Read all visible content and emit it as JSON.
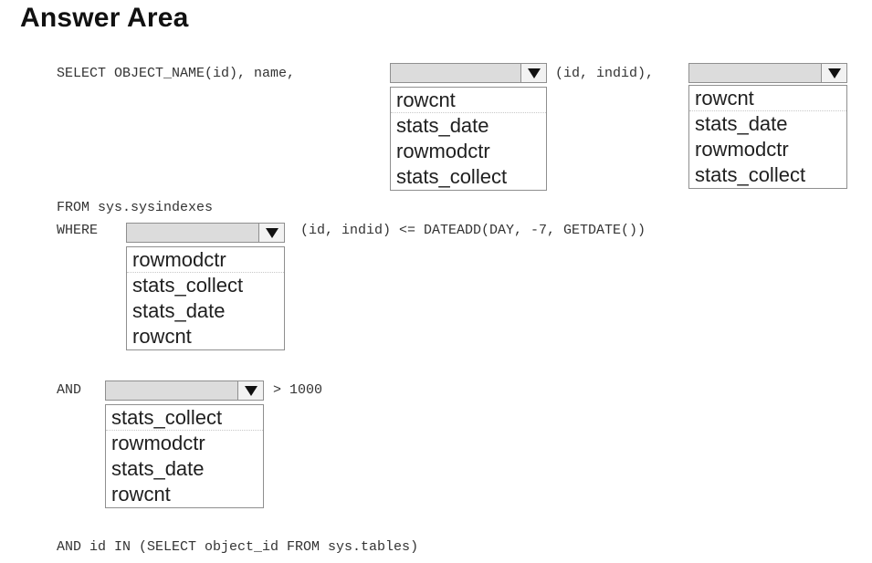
{
  "header": {
    "title": "Answer Area"
  },
  "code": {
    "line1_prefix": "SELECT OBJECT_NAME(id), name,",
    "line1_mid": "(id, indid),",
    "line2": "FROM sys.sysindexes",
    "where_keyword": "WHERE",
    "where_suffix": "(id, indid) <= DATEADD(DAY, -7, GETDATE())",
    "and_keyword": "AND",
    "and_suffix": "> 1000",
    "last_line": "AND id IN (SELECT object_id FROM sys.tables)"
  },
  "dropdowns": {
    "dropdown1": {
      "options": [
        "rowcnt",
        "stats_date",
        "rowmodctr",
        "stats_collect"
      ]
    },
    "dropdown2": {
      "options": [
        "rowcnt",
        "stats_date",
        "rowmodctr",
        "stats_collect"
      ]
    },
    "dropdown3": {
      "options": [
        "rowmodctr",
        "stats_collect",
        "stats_date",
        "rowcnt"
      ]
    },
    "dropdown4": {
      "options": [
        "stats_collect",
        "rowmodctr",
        "stats_date",
        "rowcnt"
      ]
    }
  },
  "icons": {
    "dropdown_arrow": "triangle-down-icon"
  },
  "colors": {
    "dropdown_header": "#dcdcdc",
    "border": "#8f8f8f",
    "code_text": "#333333"
  }
}
